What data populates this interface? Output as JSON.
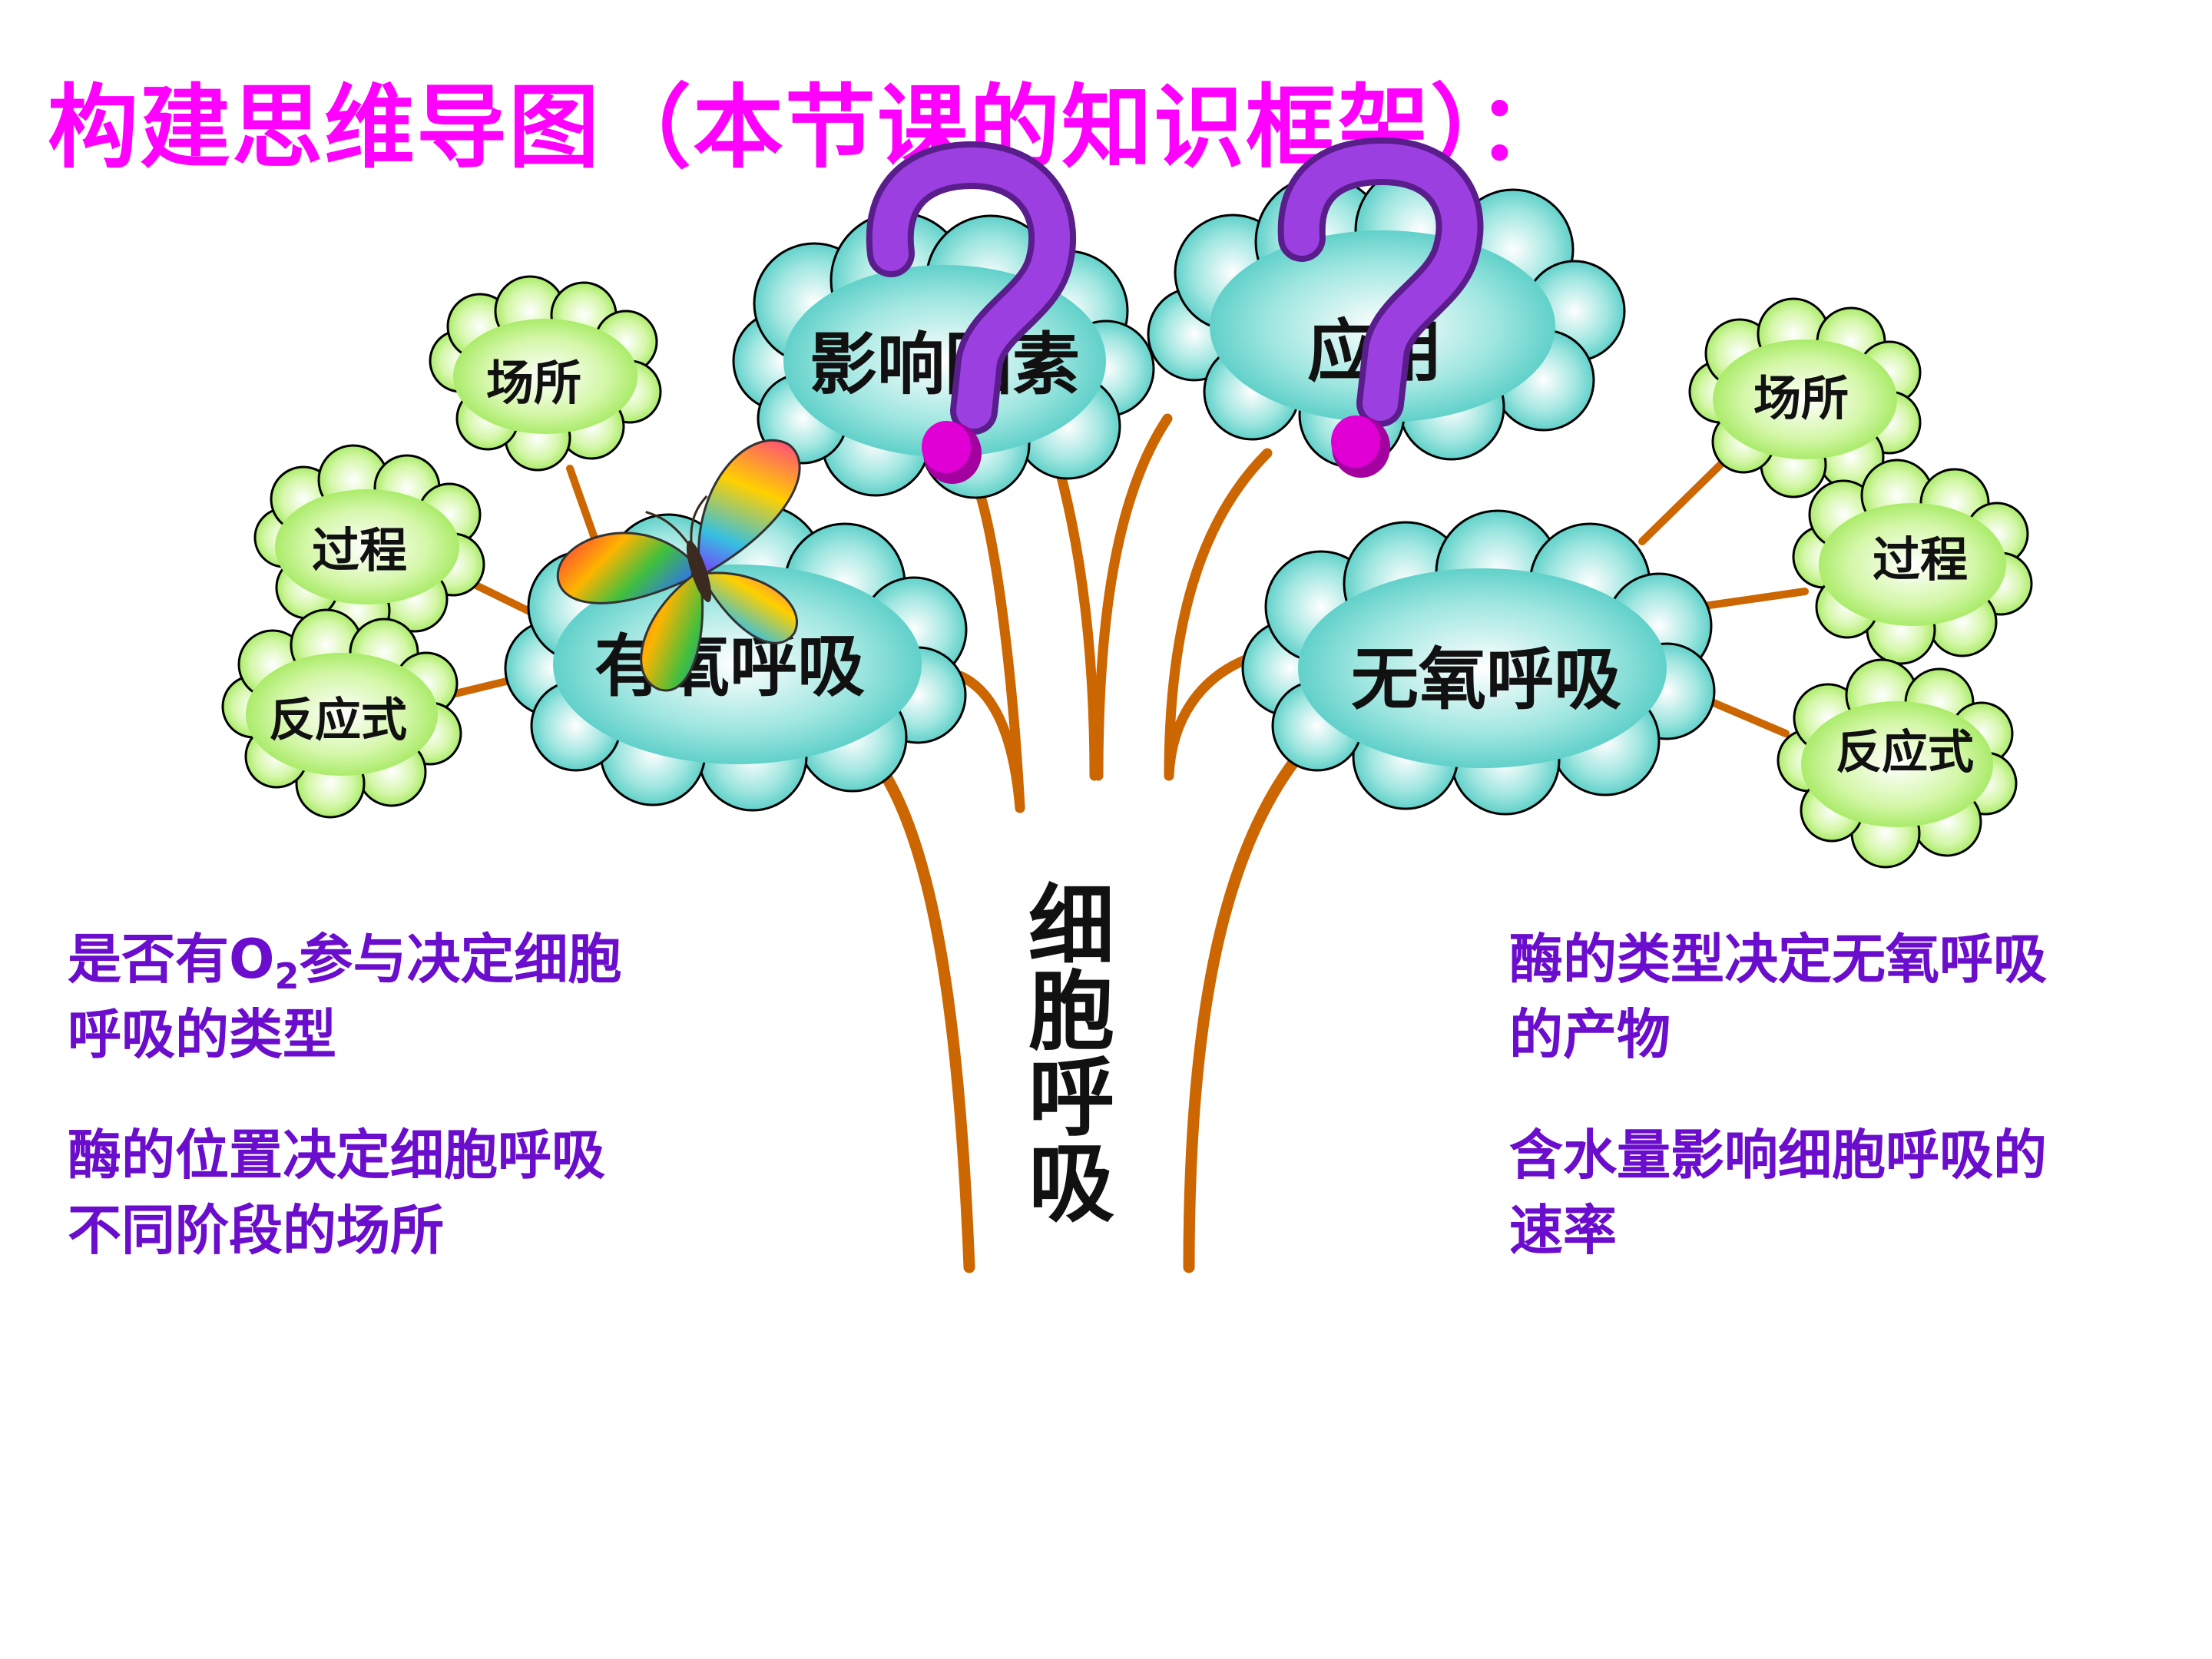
{
  "title": "构建思维导图（本节课的知识框架）：",
  "colors": {
    "title": "#ff00ff",
    "note_text": "#6a0dcc",
    "branch": "#cc6600",
    "main_cloud_fill": "#4ecdc4",
    "small_cloud_fill": "#a6ec5a",
    "cloud_stroke": "#000000",
    "question_mark": "#7a2ab8",
    "question_dot": "#d400c8"
  },
  "icons": {
    "question_marks": [
      "question-mark-icon",
      "question-mark-icon"
    ],
    "butterfly": "butterfly-icon"
  },
  "trunk": {
    "label": "细胞呼吸"
  },
  "clouds": {
    "aerobic": "有氧呼吸",
    "anaerobic": "无氧呼吸",
    "factors": "影响因素",
    "application": "应用"
  },
  "aerobic_leaves": [
    "场所",
    "过程",
    "反应式"
  ],
  "anaerobic_leaves": [
    "场所",
    "过程",
    "反应式"
  ],
  "notes_left": {
    "note1": {
      "before": "是否有O",
      "sub": "2",
      "after": "参与决定细胞",
      "line2": "呼吸的类型"
    },
    "note2": {
      "line1": "酶的位置决定细胞呼吸",
      "line2": "不同阶段的场所"
    }
  },
  "notes_right": {
    "note1": {
      "line1": "酶的类型决定无氧呼吸",
      "line2": "的产物"
    },
    "note2": {
      "line1": "含水量影响细胞呼吸的",
      "line2": "速率"
    }
  }
}
